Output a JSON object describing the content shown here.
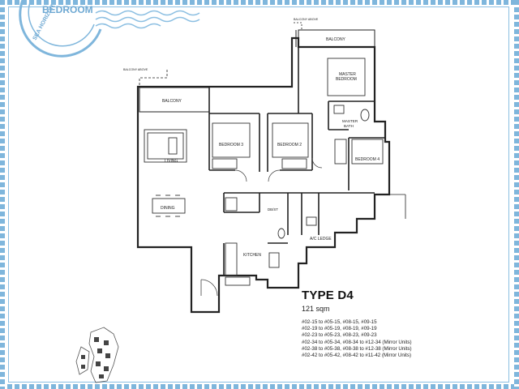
{
  "stamp": {
    "title": "BEDROOM",
    "curved_text": "SEA HORIZON"
  },
  "plan": {
    "rooms": {
      "balcony_above_left": "BALCONY ABOVE",
      "balcony_above_top": "BALCONY ABOVE",
      "balcony_left": "BALCONY",
      "balcony_top": "BALCONY",
      "master_bedroom_line1": "MASTER",
      "master_bedroom_line2": "BEDROOM",
      "master_bath_line1": "MASTER",
      "master_bath_line2": "BATH",
      "bedroom3": "BEDROOM 3",
      "bedroom2": "BEDROOM 2",
      "bedroom4": "BEDROOM 4",
      "living": "LIVING",
      "dining": "DINING",
      "kitchen": "KITCHEN",
      "ac_ledge": "A/C LEDGE",
      "store": "DB/ST"
    }
  },
  "unit": {
    "type": "TYPE D4",
    "area": "121 sqm",
    "unit_lines": [
      "#02-15 to #05-15, #08-15, #09-15",
      "#02-19 to #05-19, #08-19, #09-19",
      "#02-23 to #05-23, #08-23, #09-23",
      "#02-34 to #05-34, #08-34 to #12-34 (Mirror Units)",
      "#02-38 to #05-38, #08-38 to #12-38 (Mirror Units)",
      "#02-42 to #05-42, #08-42 to #11-42 (Mirror Units)"
    ]
  },
  "colors": {
    "accent": "#7fb6dc",
    "wall": "#222222"
  }
}
